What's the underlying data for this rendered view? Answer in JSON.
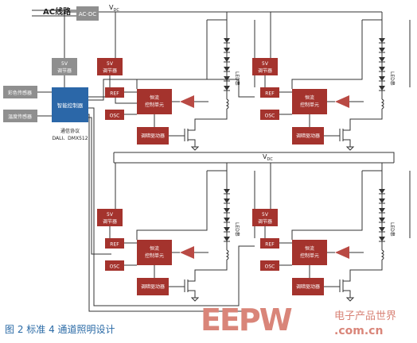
{
  "diagram": {
    "ac_line_label": "AC线路",
    "acdc_label": "AC-DC",
    "vdc_label": "V",
    "vdc_sub": "DC",
    "main_regulator_label": [
      "5V",
      "调节器"
    ],
    "smart_controller_label": "智能控制器",
    "color_sensor_label": "彩色传感器",
    "temp_sensor_label": "温度传感器",
    "protocol_label": [
      "通信协议",
      "DALI、DMX512"
    ],
    "channel_regulator_label": [
      "5V",
      "调节器"
    ],
    "ref_label": "REF",
    "osc_label": "OSC",
    "cc_unit_label": [
      "恒流",
      "控制单元"
    ],
    "dim_driver_label": "调暗驱动器",
    "led_string_label": "LED串"
  },
  "caption": {
    "text": "图 2  标准 4 通道照明设计"
  },
  "watermark": {
    "brand": "EEPW",
    "cn": "电子产品世界",
    "url": ".com.cn"
  },
  "colors": {
    "line": "#333333",
    "dark_red": "#a4332d",
    "mid_red": "#b94a44",
    "gray_box": "#8f8f8f",
    "blue": "#2b67a8",
    "caption": "#2a6aa6",
    "watermark_red": "#d98579"
  }
}
